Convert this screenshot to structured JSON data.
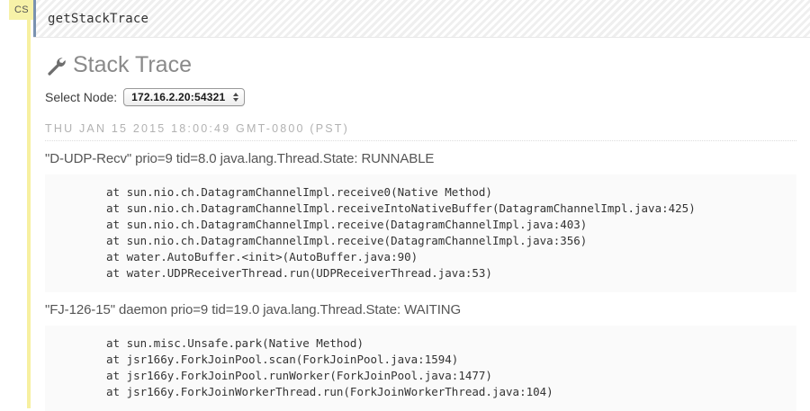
{
  "cell": {
    "badge_label": "CS",
    "input_value": "getStackTrace"
  },
  "section": {
    "icon": "wrench-icon",
    "title": "Stack Trace"
  },
  "node_selector": {
    "label": "Select Node:",
    "selected": "172.16.2.20:54321",
    "options": [
      "172.16.2.20:54321"
    ]
  },
  "timestamp": "THU JAN 15 2015 18:00:49 GMT-0800 (PST)",
  "threads": [
    {
      "header": "\"D-UDP-Recv\" prio=9 tid=8.0 java.lang.Thread.State: RUNNABLE",
      "frames": [
        "at sun.nio.ch.DatagramChannelImpl.receive0(Native Method)",
        "at sun.nio.ch.DatagramChannelImpl.receiveIntoNativeBuffer(DatagramChannelImpl.java:425)",
        "at sun.nio.ch.DatagramChannelImpl.receive(DatagramChannelImpl.java:403)",
        "at sun.nio.ch.DatagramChannelImpl.receive(DatagramChannelImpl.java:356)",
        "at water.AutoBuffer.<init>(AutoBuffer.java:90)",
        "at water.UDPReceiverThread.run(UDPReceiverThread.java:53)"
      ]
    },
    {
      "header": "\"FJ-126-15\" daemon prio=9 tid=19.0 java.lang.Thread.State: WAITING",
      "frames": [
        "at sun.misc.Unsafe.park(Native Method)",
        "at jsr166y.ForkJoinPool.scan(ForkJoinPool.java:1594)",
        "at jsr166y.ForkJoinPool.runWorker(ForkJoinPool.java:1477)",
        "at jsr166y.ForkJoinWorkerThread.run(ForkJoinWorkerThread.java:104)"
      ]
    }
  ],
  "colors": {
    "badge_yellow": "#f7f2a8",
    "rail_yellow": "#f7f0a0",
    "cell_border_blue": "#7a92b0",
    "heading_grey": "#8a8a8a",
    "code_bg": "#fafafa"
  }
}
